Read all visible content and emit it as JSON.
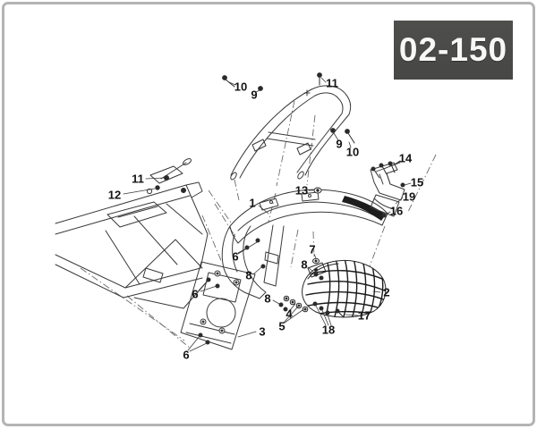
{
  "page": {
    "background": "#ffffff",
    "border_color": "#b4b4b4"
  },
  "header": {
    "code": "02-150",
    "badge_bg": "#4a4a47",
    "badge_text_color": "#f7f7f7"
  },
  "diagram": {
    "type": "exploded-parts-diagram",
    "line_color": "#3a3a3a",
    "callouts": [
      {
        "label": "10"
      },
      {
        "label": "9"
      },
      {
        "label": "11"
      },
      {
        "label": "9"
      },
      {
        "label": "10"
      },
      {
        "label": "11"
      },
      {
        "label": "12"
      },
      {
        "label": "1"
      },
      {
        "label": "13"
      },
      {
        "label": "14"
      },
      {
        "label": "15"
      },
      {
        "label": "19"
      },
      {
        "label": "16"
      },
      {
        "label": "2"
      },
      {
        "label": "17"
      },
      {
        "label": "18"
      },
      {
        "label": "6"
      },
      {
        "label": "7"
      },
      {
        "label": "8"
      },
      {
        "label": "8"
      },
      {
        "label": "8"
      },
      {
        "label": "6"
      },
      {
        "label": "4"
      },
      {
        "label": "5"
      },
      {
        "label": "3"
      },
      {
        "label": "6"
      }
    ]
  }
}
